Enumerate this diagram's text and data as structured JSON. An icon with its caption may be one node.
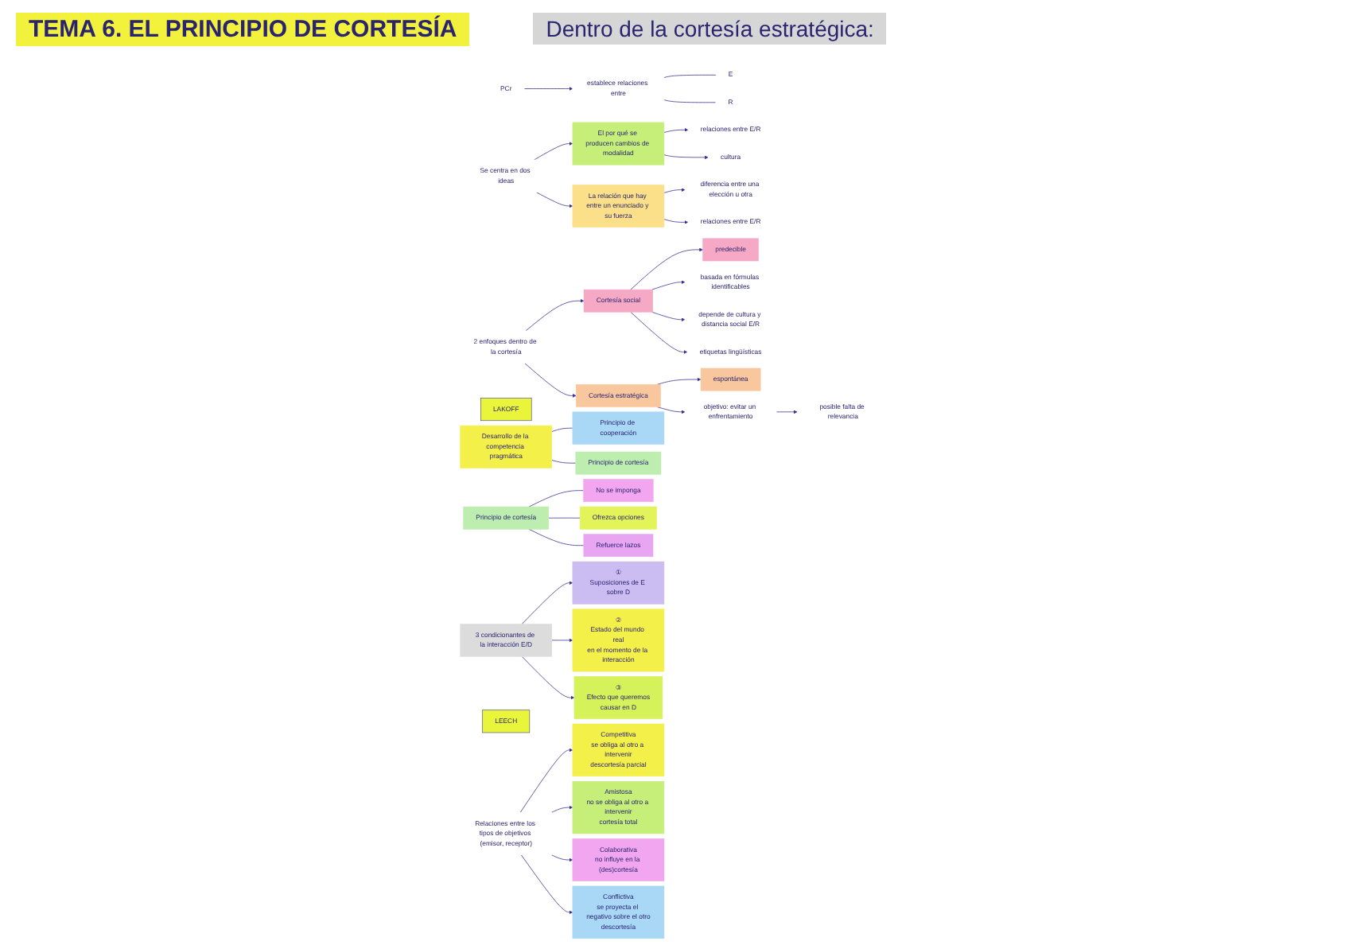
{
  "diagram": {
    "title": "TEMA 6. EL PRINCIPIO DE CORTESÍA",
    "nodes": [
      {
        "text": [
          "PCr"
        ]
      },
      {
        "text": [
          "establece relaciones entre"
        ]
      },
      {
        "text": [
          "E"
        ]
      },
      {
        "text": [
          "R"
        ]
      },
      {
        "text": [
          "Se centra en dos ideas"
        ]
      },
      {
        "text": [
          "El por qué se producen cambios de modalidad"
        ]
      },
      {
        "text": [
          "relaciones entre E/R"
        ]
      },
      {
        "text": [
          "cultura"
        ]
      },
      {
        "text": [
          "La relación que hay entre un enunciado y su fuerza"
        ]
      },
      {
        "text": [
          "diferencia entre una elección u otra"
        ]
      },
      {
        "text": [
          "relaciones entre E/R"
        ]
      },
      {
        "text": [
          "2 enfoques dentro de la cortesía"
        ]
      },
      {
        "text": [
          "Cortesía social"
        ]
      },
      {
        "text": [
          "predecible"
        ]
      },
      {
        "text": [
          "basada en fórmulas identificables"
        ]
      },
      {
        "text": [
          "depende de cultura y distancia social E/R"
        ]
      },
      {
        "text": [
          "etiquetas lingüísticas"
        ]
      },
      {
        "text": [
          "Cortesía estratégica"
        ]
      },
      {
        "text": [
          "espontánea"
        ]
      },
      {
        "text": [
          "objetivo: evitar un enfrentamiento"
        ]
      },
      {
        "text": [
          "posible falta de relevancia"
        ]
      },
      {
        "text": [
          "LAKOFF"
        ]
      },
      {
        "text": [
          "Desarrollo de la competencia pragmática"
        ]
      },
      {
        "text": [
          "Principio de cooperación"
        ]
      },
      {
        "text": [
          "Principio de cortesía"
        ]
      },
      {
        "text": [
          "Principio de cortesía"
        ]
      },
      {
        "text": [
          "No se imponga"
        ]
      },
      {
        "text": [
          "Ofrezca opciones"
        ]
      },
      {
        "text": [
          "Refuerce lazos"
        ]
      },
      {
        "text": [
          "3 condicionantes de la interacción E/D"
        ]
      },
      {
        "text": [
          "①",
          "Suposiciones de E sobre D"
        ]
      },
      {
        "text": [
          "②",
          "Estado del mundo real",
          "en el momento de la interacción"
        ]
      },
      {
        "text": [
          "③",
          "Efecto que queremos",
          "causar en D"
        ]
      },
      {
        "text": [
          "LEECH"
        ]
      },
      {
        "text": [
          "Relaciones entre los tipos de objetivos (emisor, receptor)"
        ]
      },
      {
        "text": [
          "Competitiva",
          "se obliga al otro a intervenir",
          "descortesía parcial"
        ]
      },
      {
        "text": [
          "Amistosa",
          "no se obliga al otro a intervenir",
          "cortesía total"
        ]
      },
      {
        "text": [
          "Colaborativa",
          "no influye en la (des)cortesía"
        ]
      },
      {
        "text": [
          "Conflictiva",
          "se proyecta el negativo sobre el otro",
          "descortesía"
        ]
      }
    ],
    "edges": [
      {
        "from": 0,
        "to": 1,
        "arrow": "to"
      },
      {
        "from": 1,
        "to": 2,
        "arrow": "none"
      },
      {
        "from": 1,
        "to": 3,
        "arrow": "none"
      },
      {
        "from": 4,
        "to": 5,
        "arrow": "to"
      },
      {
        "from": 4,
        "to": 8,
        "arrow": "to"
      },
      {
        "from": 5,
        "to": 6,
        "arrow": "to"
      },
      {
        "from": 5,
        "to": 7,
        "arrow": "to"
      },
      {
        "from": 8,
        "to": 9,
        "arrow": "to"
      },
      {
        "from": 8,
        "to": 10,
        "arrow": "to"
      },
      {
        "from": 11,
        "to": 12,
        "arrow": "to"
      },
      {
        "from": 11,
        "to": 17,
        "arrow": "to"
      },
      {
        "from": 12,
        "to": 13,
        "arrow": "to"
      },
      {
        "from": 12,
        "to": 14,
        "arrow": "to"
      },
      {
        "from": 12,
        "to": 15,
        "arrow": "to"
      },
      {
        "from": 12,
        "to": 16,
        "arrow": "to"
      },
      {
        "from": 17,
        "to": 18,
        "arrow": "to"
      },
      {
        "from": 17,
        "to": 19,
        "arrow": "to"
      },
      {
        "from": 19,
        "to": 20,
        "arrow": "to"
      },
      {
        "from": 22,
        "to": 23,
        "arrow": "none"
      },
      {
        "from": 22,
        "to": 24,
        "arrow": "none"
      },
      {
        "from": 25,
        "to": 26,
        "arrow": "none"
      },
      {
        "from": 25,
        "to": 27,
        "arrow": "none"
      },
      {
        "from": 25,
        "to": 28,
        "arrow": "none"
      },
      {
        "from": 29,
        "to": 30,
        "arrow": "to"
      },
      {
        "from": 29,
        "to": 31,
        "arrow": "to"
      },
      {
        "from": 29,
        "to": 32,
        "arrow": "to"
      },
      {
        "from": 34,
        "to": 35,
        "arrow": "to"
      },
      {
        "from": 34,
        "to": 36,
        "arrow": "to"
      },
      {
        "from": 34,
        "to": 37,
        "arrow": "to"
      },
      {
        "from": 34,
        "to": 38,
        "arrow": "to"
      }
    ],
    "labels": [
      "Dentro de la cortesía estratégica:"
    ]
  }
}
